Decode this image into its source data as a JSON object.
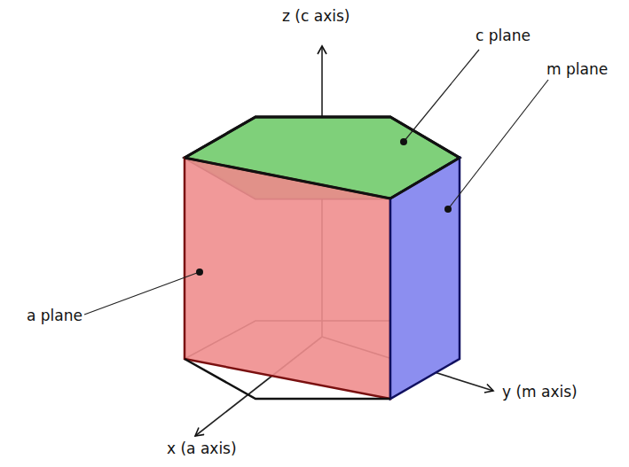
{
  "diagram": {
    "labels": [
      "z (c axis)",
      "c plane",
      "m plane",
      "a plane",
      "y (m axis)",
      "x (a axis)"
    ]
  }
}
